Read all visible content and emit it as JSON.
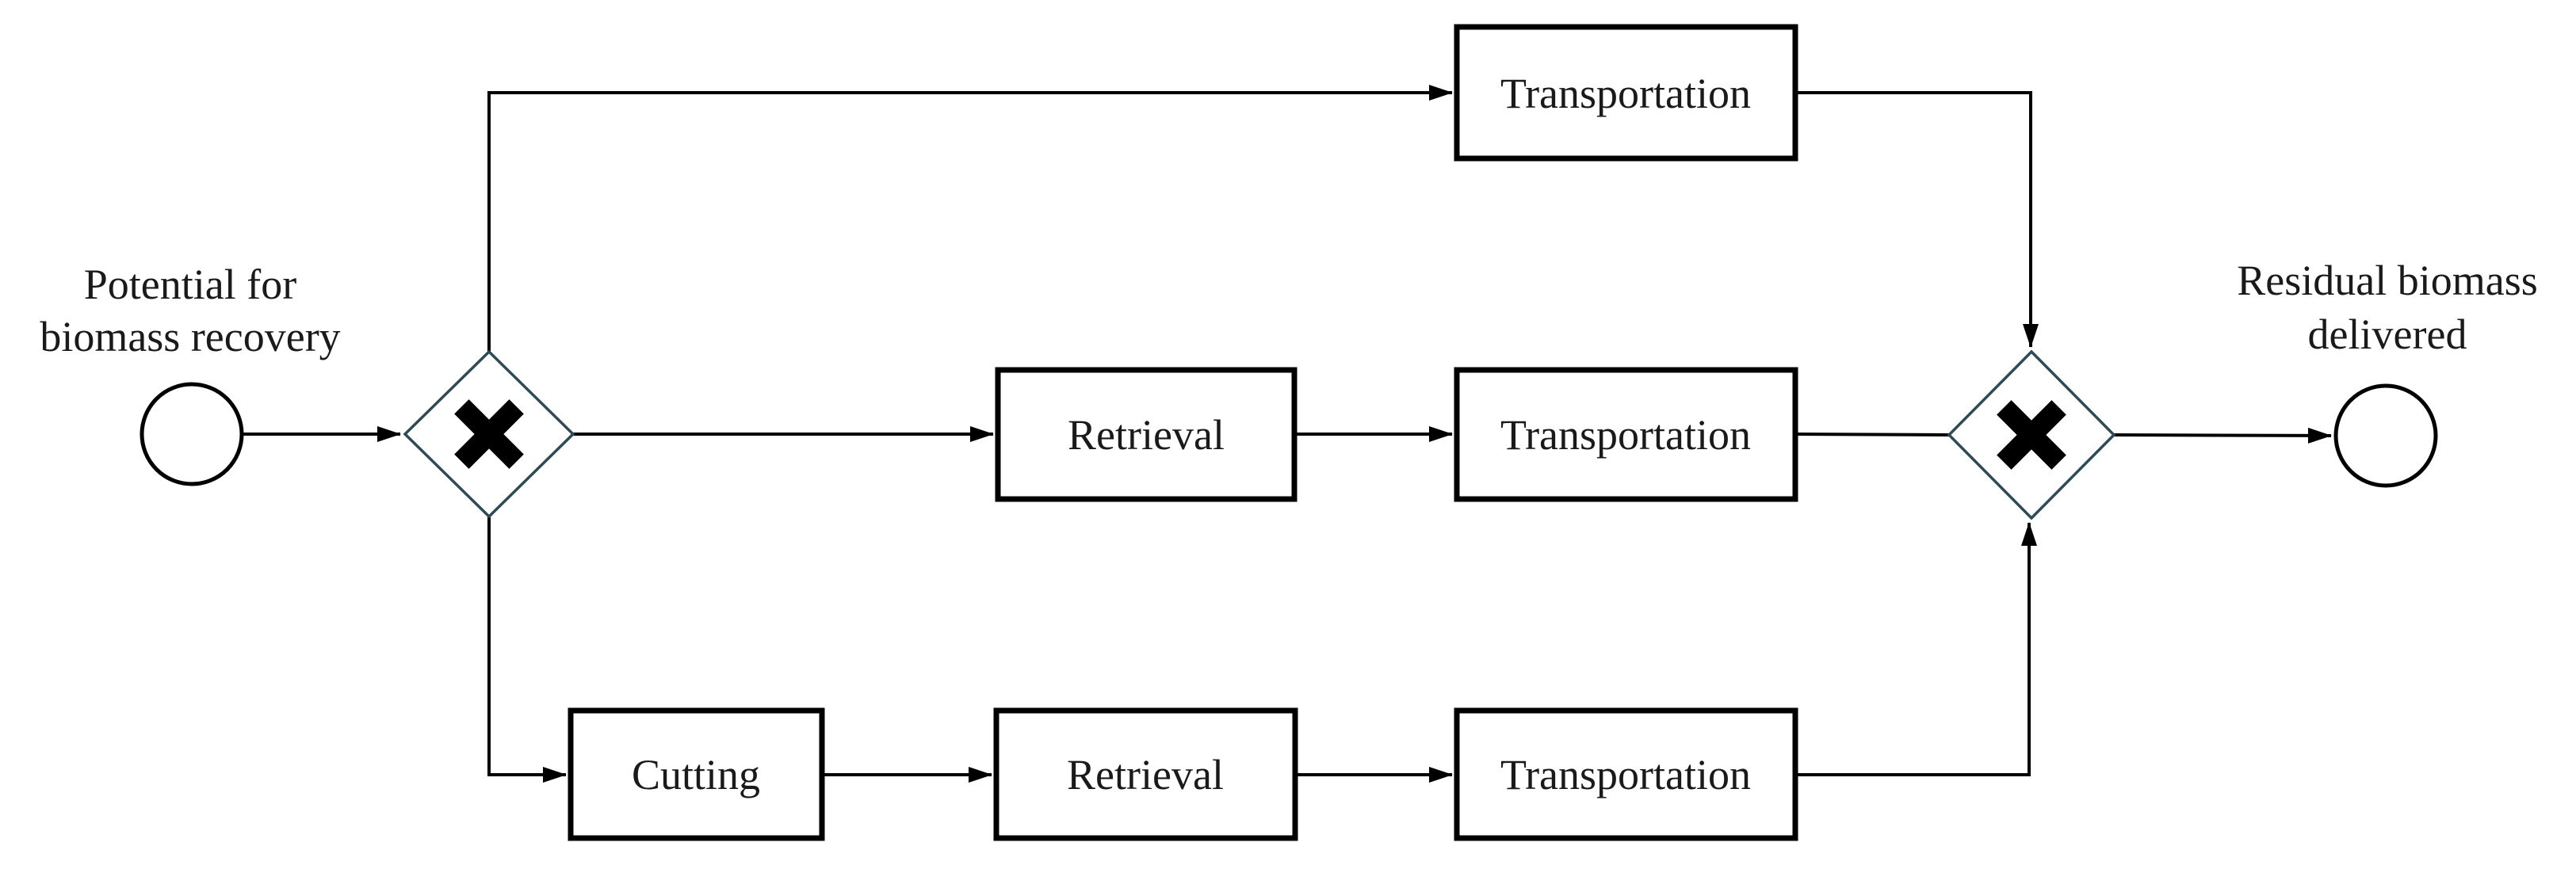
{
  "diagram": {
    "kind": "bpmn-process-flow",
    "start_event": {
      "label_line1": "Potential for",
      "label_line2": "biomass recovery"
    },
    "end_event": {
      "label_line1": "Residual biomass",
      "label_line2": "delivered"
    },
    "gateways": {
      "split": {
        "type": "exclusive-gateway",
        "marker": "X"
      },
      "join": {
        "type": "exclusive-gateway",
        "marker": "X"
      }
    },
    "tasks": {
      "transportation_top": "Transportation",
      "retrieval_middle": "Retrieval",
      "transportation_middle": "Transportation",
      "cutting": "Cutting",
      "retrieval_bottom": "Retrieval",
      "transportation_bottom": "Transportation"
    },
    "branches": {
      "top": [
        "Transportation"
      ],
      "middle": [
        "Retrieval",
        "Transportation"
      ],
      "bottom": [
        "Cutting",
        "Retrieval",
        "Transportation"
      ]
    }
  },
  "colors": {
    "background": "#ffffff",
    "flow_line": "#000000",
    "task_border": "#000000",
    "task_fill": "#ffffff",
    "event_stroke": "#000000",
    "gateway_stroke": "#2e4b55",
    "gateway_marker": "#000000",
    "text": "#1a1a1a"
  }
}
